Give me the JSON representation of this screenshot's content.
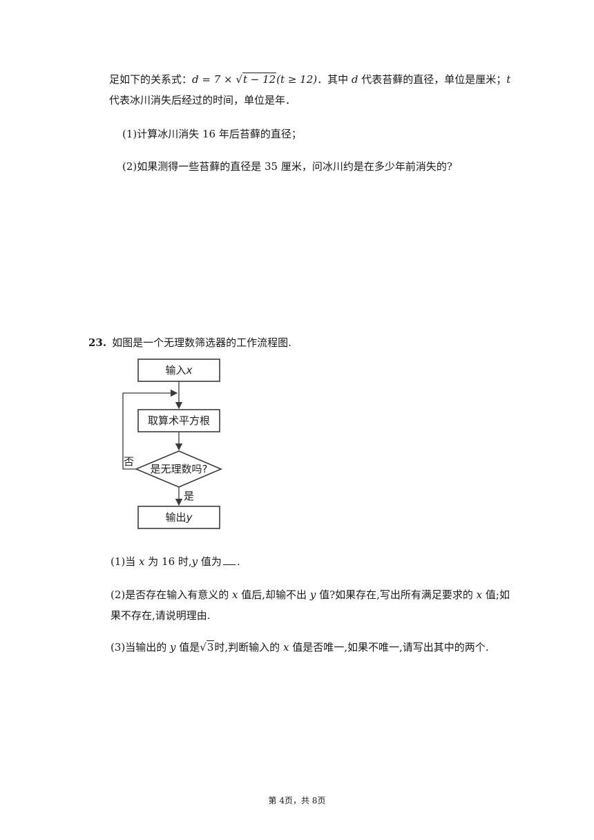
{
  "problem22": {
    "line1_prefix": "足如下的关系式：",
    "formula_lhs": "d = 7 × ",
    "formula_radicand": "t − 12",
    "formula_cond": "(t ≥ 12)",
    "line1_suffix_a": "．其中 ",
    "var_d": "d",
    "line1_suffix_b": " 代表苔藓的直径，单位是厘米；",
    "var_t": "t",
    "line2": "代表冰川消失后经过的时间，单位是年．",
    "q1": "(1)计算冰川消失 16 年后苔藓的直径；",
    "q2": "(2)如果测得一些苔藓的直径是 35 厘米，问冰川约是在多少年前消失的?"
  },
  "problem23": {
    "number": "23.",
    "stem": "如图是一个无理数筛选器的工作流程图.",
    "flowchart": {
      "input_label": "输入",
      "input_var": "x",
      "process_label": "取算术平方根",
      "decision_label": "是无理数吗?",
      "no_label": "否",
      "yes_label": "是",
      "output_label": "输出",
      "output_var": "y"
    },
    "q1_a": "(1)当 ",
    "q1_x": "x",
    "q1_b": " 为 16 时,",
    "q1_y": "y",
    "q1_c": " 值为",
    "q1_d": ".",
    "q2_a": "(2)是否存在输入有意义的 ",
    "q2_x": "x",
    "q2_b": " 值后,却输不出 ",
    "q2_y": "y",
    "q2_c": " 值?如果存在,写出所有满足要求的 ",
    "q2_x2": "x",
    "q2_d": " 值;如",
    "q2_line2": "果不存在,请说明理由.",
    "q3_a": "(3)当输出的 ",
    "q3_y": "y",
    "q3_b": " 值是",
    "q3_radicand": "3",
    "q3_c": "时,判断输入的 ",
    "q3_x": "x",
    "q3_d": " 值是否唯一,如果不唯一,请写出其中的两个."
  },
  "footer": {
    "page_text": "第 4页，共 8页"
  }
}
